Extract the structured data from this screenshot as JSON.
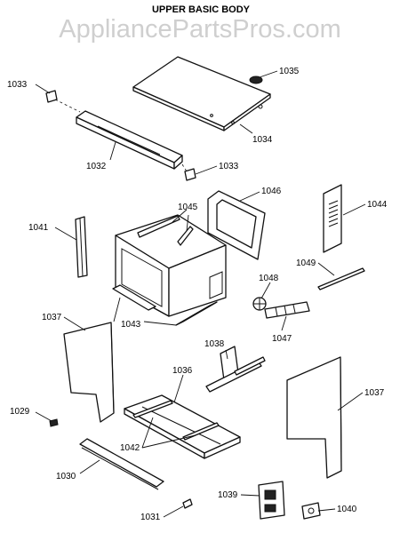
{
  "watermark": "AppliancePartsPros.com",
  "title": "UPPER BASIC BODY",
  "parts": {
    "p1029": "1029",
    "p1030": "1030",
    "p1031": "1031",
    "p1032": "1032",
    "p1033a": "1033",
    "p1033b": "1033",
    "p1034": "1034",
    "p1035": "1035",
    "p1036": "1036",
    "p1037a": "1037",
    "p1037b": "1037",
    "p1038": "1038",
    "p1039": "1039",
    "p1040": "1040",
    "p1041": "1041",
    "p1042": "1042",
    "p1043": "1043",
    "p1044": "1044",
    "p1045": "1045",
    "p1046": "1046",
    "p1047": "1047",
    "p1048": "1048",
    "p1049": "1049"
  }
}
